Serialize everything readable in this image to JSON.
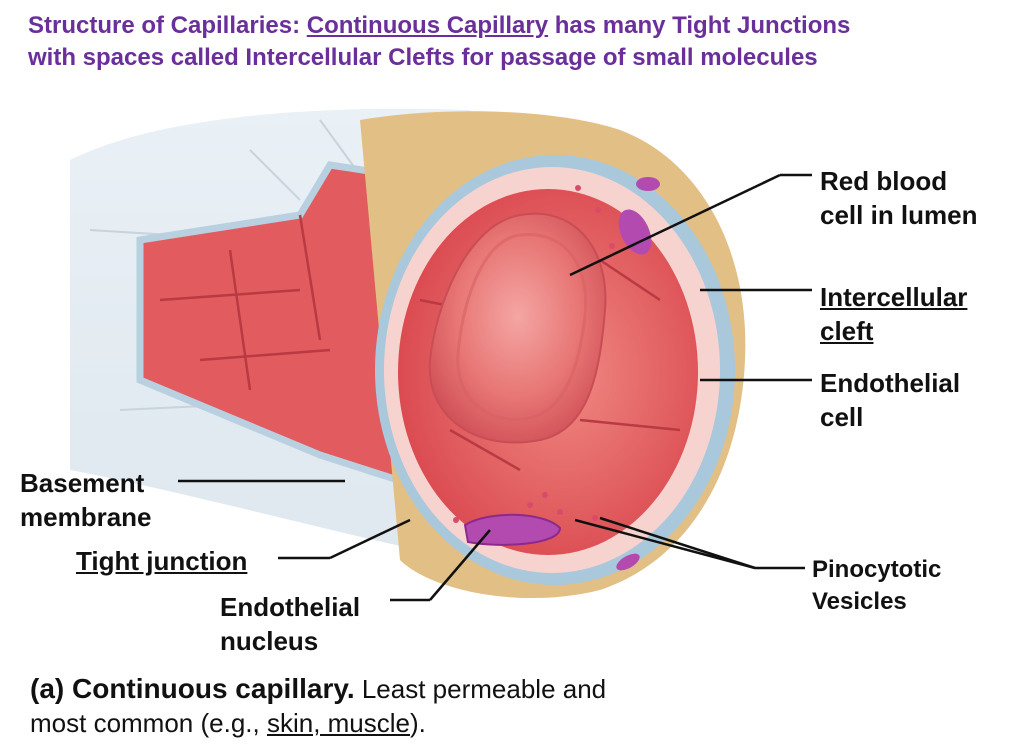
{
  "title": {
    "prefix": "Structure of Capillaries: ",
    "highlight": "Continuous Capillary",
    "line1_rest": " has many Tight Junctions",
    "line2": "with spaces called Intercellular Clefts for passage of small molecules"
  },
  "labels": {
    "rbc_line1": "Red blood",
    "rbc_line2": "cell in lumen",
    "cleft_line1": "Intercellular",
    "cleft_line2": "cleft",
    "endo_cell_line1": "Endothelial",
    "endo_cell_line2": "cell",
    "basement_line1": "Basement",
    "basement_line2": "membrane",
    "tight_junction": "Tight junction",
    "endo_nucleus_line1": "Endothelial",
    "endo_nucleus_line2": "nucleus",
    "pino_line1": "Pinocytotic",
    "pino_line2": "Vesicles"
  },
  "caption": {
    "lead": "(a) Continuous capillary.",
    "text1": " Least permeable and",
    "text2_before": "most common (e.g., ",
    "text2_link": "skin, muscle",
    "text2_after": ")."
  },
  "colors": {
    "title_purple": "#6a2f9a",
    "lumen_red": "#e4575c",
    "endothelium_pink": "#f7d3d0",
    "basement_blue": "#a9c8dc",
    "connective_tan": "#e2bf85",
    "nucleus_purple": "#b24ab0",
    "rbc_red": "#e66f6f"
  }
}
